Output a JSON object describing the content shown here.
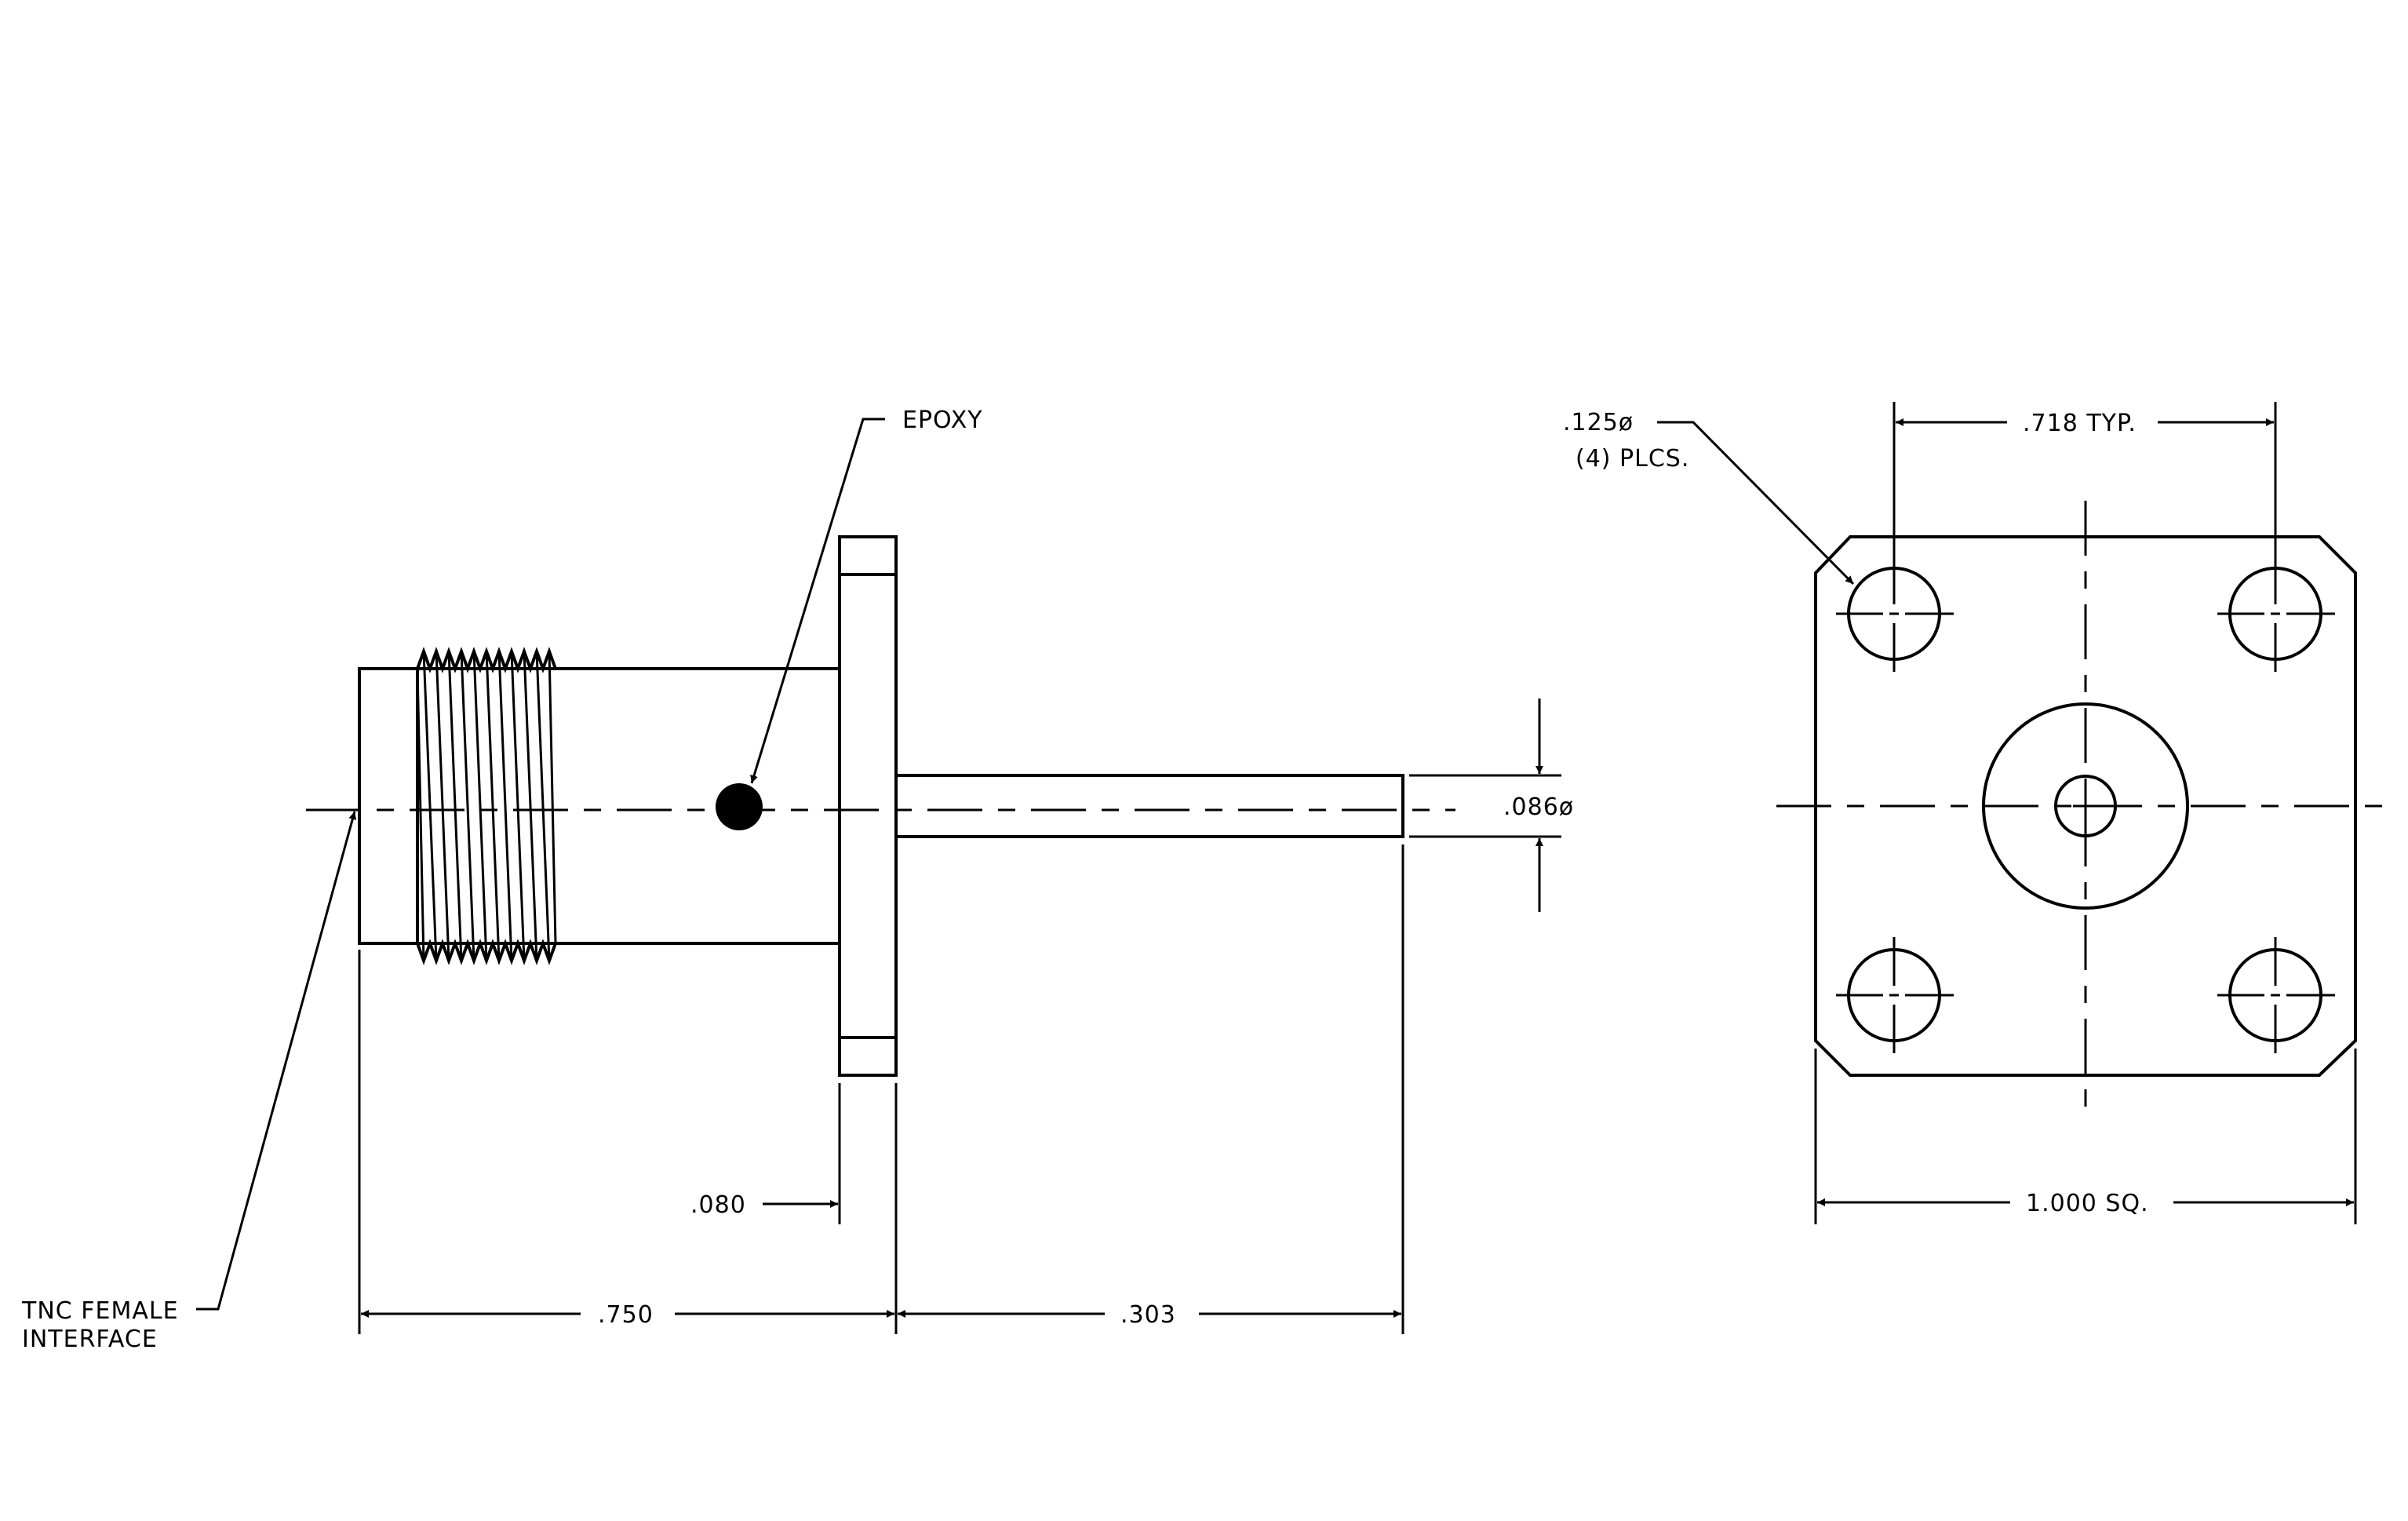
{
  "labels": {
    "epoxy": "EPOXY",
    "tnc_line1": "TNC  FEMALE",
    "tnc_line2": "INTERFACE",
    "dim_080": ".080",
    "dim_750": ".750",
    "dim_303": ".303",
    "dim_086": ".086ø",
    "hole_dia": ".125ø",
    "hole_count": "(4)  PLCS.",
    "dim_718": ".718  TYP.",
    "dim_1000": "1.000  SQ."
  }
}
